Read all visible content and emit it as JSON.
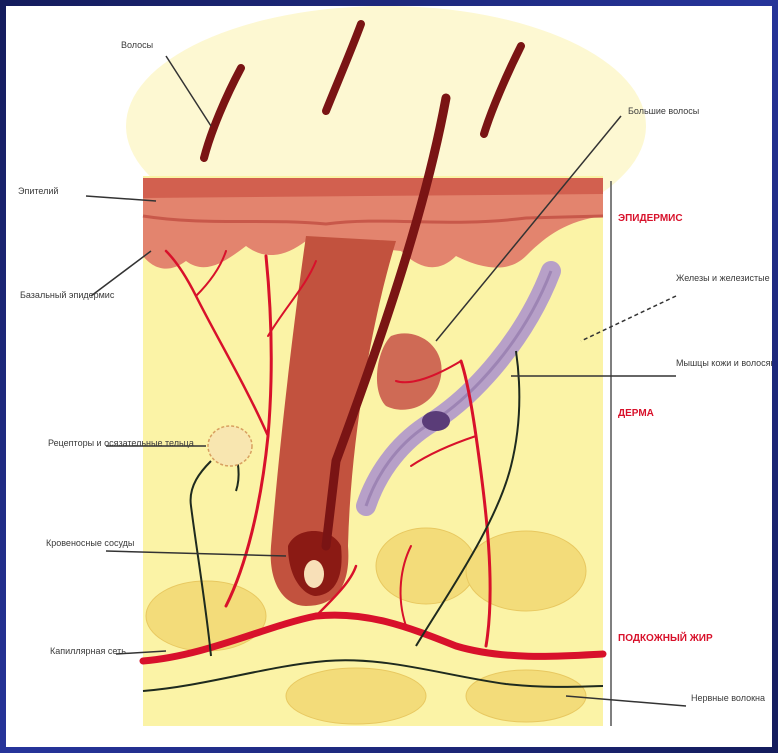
{
  "labels": {
    "hairs": "Волосы",
    "epithelium": "Эпителий",
    "basal_layer": "Базальный эпидермис",
    "receptor_bodies": "Рецепторы и осязательные тельца",
    "vessels": "Кровеносные сосуды",
    "capillary_network": "Капиллярная сеть",
    "hair_root": "Большие волосы",
    "sweat_gland": "Железы и железистые каналы",
    "muscle_hair": "Мышцы кожи и волосяного мешка",
    "nerve_fibers": "Нервные волокна",
    "epidermis": "ЭПИДЕРМИС",
    "dermis": "ДЕРМА",
    "subcutaneous": "ПОДКОЖНЫЙ ЖИР"
  },
  "colors": {
    "skin_bg": "#fbf3a6",
    "epidermis": "#e3846e",
    "blood": "#d8112b",
    "hair": "#7a1414",
    "fat": "#f3dc7a",
    "gland": "#b7a0c8",
    "label_red": "#d8112b"
  }
}
